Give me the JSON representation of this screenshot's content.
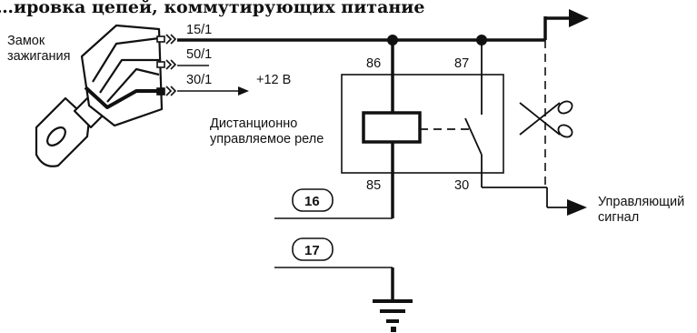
{
  "title": "…ировка цепей, коммутирующих питание",
  "ignition": {
    "label_line1": "Замок",
    "label_line2": "зажигания",
    "terminal_15": "15/1",
    "terminal_50": "50/1",
    "terminal_30": "30/1",
    "supply": "+12 В"
  },
  "relay": {
    "label_line1": "Дистанционно",
    "label_line2": "управляемое реле",
    "pin_86": "86",
    "pin_87": "87",
    "pin_85": "85",
    "pin_30": "30"
  },
  "control_signal": {
    "label_line1": "Управляющий",
    "label_line2": "сигнал"
  },
  "wires": {
    "wire_16": "16",
    "wire_17": "17"
  },
  "icons": [
    "ignition-key-icon",
    "scissors-icon",
    "ground-icon",
    "arrow-icon"
  ],
  "colors": {
    "ink": "#111111",
    "background": "#ffffff"
  }
}
